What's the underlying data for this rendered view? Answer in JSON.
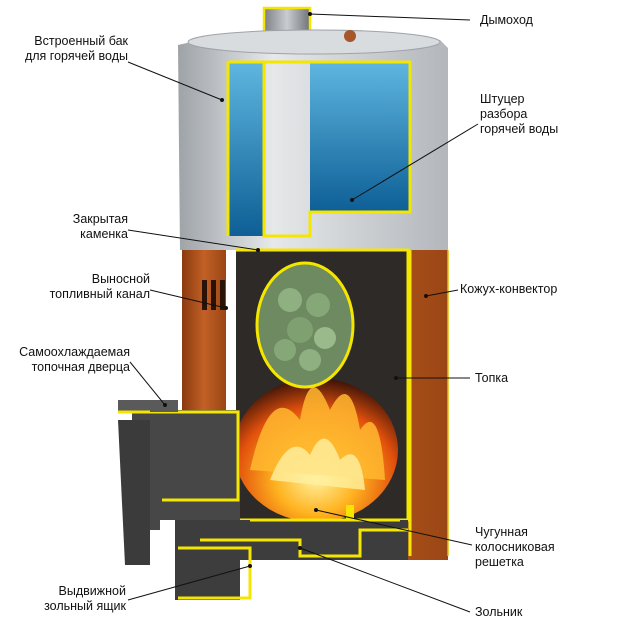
{
  "labels": {
    "chimney": "Дымоход",
    "tank": [
      "Встроенный бак",
      "для горячей воды"
    ],
    "fitting": [
      "Штуцер",
      "разбора",
      "горячей воды"
    ],
    "heater": [
      "Закрытая",
      "каменка"
    ],
    "fuel_channel": [
      "Выносной",
      "топливный канал"
    ],
    "door": [
      "Самоохлаждаемая",
      "топочная дверца"
    ],
    "casing": "Кожух-конвектор",
    "firebox": "Топка",
    "grate": [
      "Чугунная",
      "колосниковая",
      "решетка"
    ],
    "ash_drawer": [
      "Выдвижной",
      "зольный ящик"
    ],
    "ash_pit": "Зольник"
  },
  "colors": {
    "outline": "#f5e600",
    "copper": "#b4551e",
    "steel": "#c8cdd2",
    "water": "#1f7fb0",
    "dark": "#3b3b3b",
    "flame": "#ff8c1a",
    "stones": "#7a9a6a"
  }
}
